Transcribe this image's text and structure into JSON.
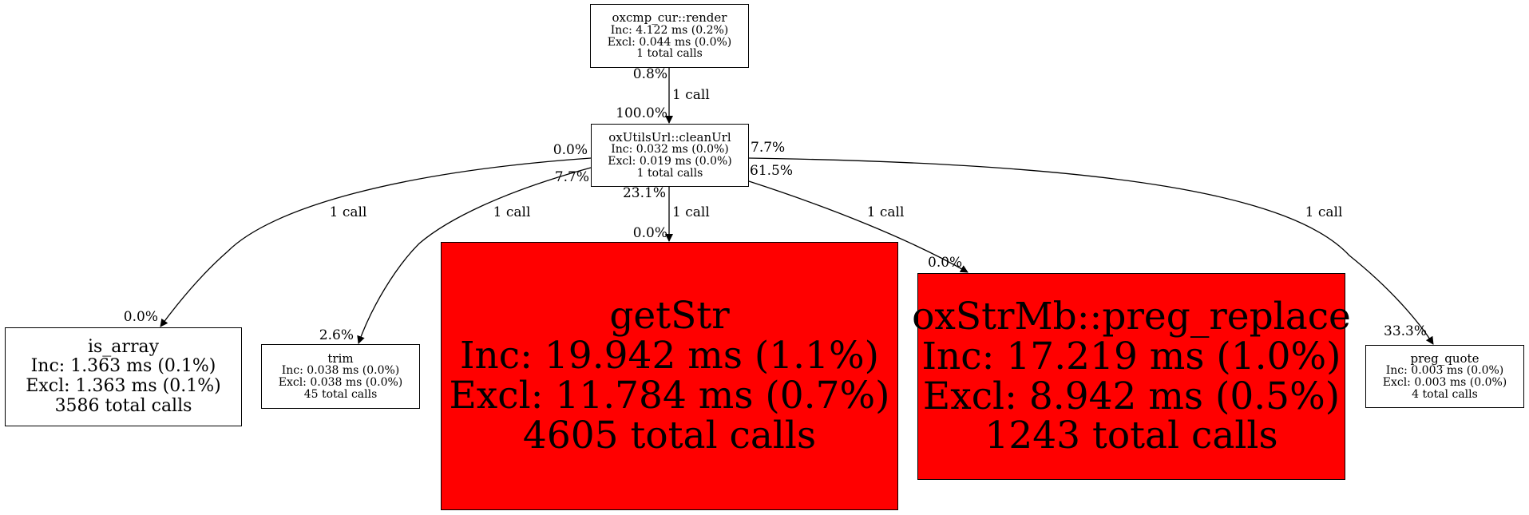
{
  "nodes": {
    "render": {
      "name": "oxcmp_cur::render",
      "inc": "Inc: 4.122 ms (0.2%)",
      "excl": "Excl: 0.044 ms (0.0%)",
      "calls": "1 total calls"
    },
    "cleanUrl": {
      "name": "oxUtilsUrl::cleanUrl",
      "inc": "Inc: 0.032 ms (0.0%)",
      "excl": "Excl: 0.019 ms (0.0%)",
      "calls": "1 total calls"
    },
    "is_array": {
      "name": "is_array",
      "inc": "Inc: 1.363 ms (0.1%)",
      "excl": "Excl: 1.363 ms (0.1%)",
      "calls": "3586 total calls"
    },
    "trim": {
      "name": "trim",
      "inc": "Inc: 0.038 ms (0.0%)",
      "excl": "Excl: 0.038 ms (0.0%)",
      "calls": "45 total calls"
    },
    "getStr": {
      "name": "getStr",
      "inc": "Inc: 19.942 ms (1.1%)",
      "excl": "Excl: 11.784 ms (0.7%)",
      "calls": "4605 total calls",
      "color": "#ff0000"
    },
    "preg_replace": {
      "name": "oxStrMb::preg_replace",
      "inc": "Inc: 17.219 ms (1.0%)",
      "excl": "Excl: 8.942 ms (0.5%)",
      "calls": "1243 total calls",
      "color": "#ff0000"
    },
    "preg_quote": {
      "name": "preg_quote",
      "inc": "Inc: 0.003 ms (0.0%)",
      "excl": "Excl: 0.003 ms (0.0%)",
      "calls": "4 total calls"
    }
  },
  "edges": {
    "render_cleanUrl": {
      "from_pct": "0.8%",
      "label": "1 call",
      "to_pct": "100.0%"
    },
    "cleanUrl_is_array": {
      "from_pct": "0.0%",
      "label": "1 call",
      "to_pct": "0.0%"
    },
    "cleanUrl_trim": {
      "from_pct": "7.7%",
      "label": "1 call",
      "to_pct": "2.6%"
    },
    "cleanUrl_getStr": {
      "from_pct": "23.1%",
      "label": "1 call",
      "to_pct": "0.0%"
    },
    "cleanUrl_preg_replace": {
      "from_pct": "61.5%",
      "label": "1 call",
      "to_pct": "0.0%"
    },
    "cleanUrl_preg_quote": {
      "from_pct": "7.7%",
      "label": "1 call",
      "to_pct": "33.3%"
    }
  }
}
